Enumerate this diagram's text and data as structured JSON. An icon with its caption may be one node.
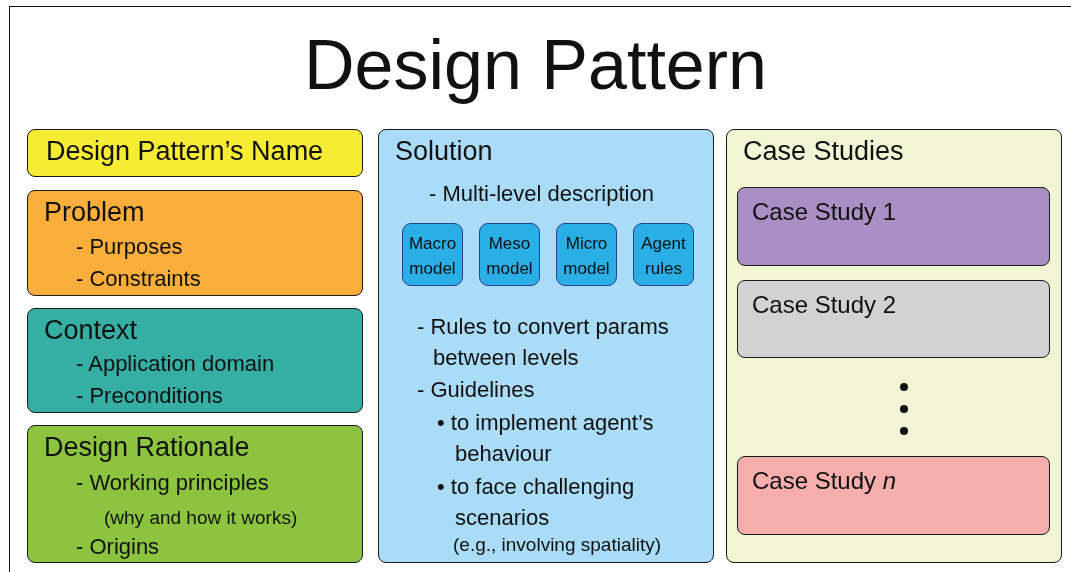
{
  "diagram": {
    "title": "Design Pattern",
    "nodes": [
      {
        "text": [
          "Design Pattern’s Name"
        ]
      },
      {
        "text": [
          "Problem",
          "- Purposes",
          "- Constraints"
        ]
      },
      {
        "text": [
          "Context",
          "- Application domain",
          "- Preconditions"
        ]
      },
      {
        "text": [
          "Design Rationale",
          "- Working principles",
          "(why and how it works)",
          "- Origins"
        ]
      },
      {
        "text": [
          "Solution",
          "- Multi-level description",
          "- Rules to convert params between levels",
          "- Guidelines",
          "• to implement agent’s behaviour",
          "• to face challenging scenarios",
          "(e.g., involving spatiality)"
        ]
      },
      {
        "text": [
          "Macro model"
        ],
        "in": 4
      },
      {
        "text": [
          "Meso model"
        ],
        "in": 4
      },
      {
        "text": [
          "Micro model"
        ],
        "in": 4
      },
      {
        "text": [
          "Agent rules"
        ],
        "in": 4
      },
      {
        "text": [
          "Case Studies"
        ]
      },
      {
        "text": [
          "Case Study 1"
        ],
        "in": 9
      },
      {
        "text": [
          "Case Study 2"
        ],
        "in": 9
      },
      {
        "text": [
          "Case Study *n*"
        ],
        "in": 9
      }
    ]
  }
}
